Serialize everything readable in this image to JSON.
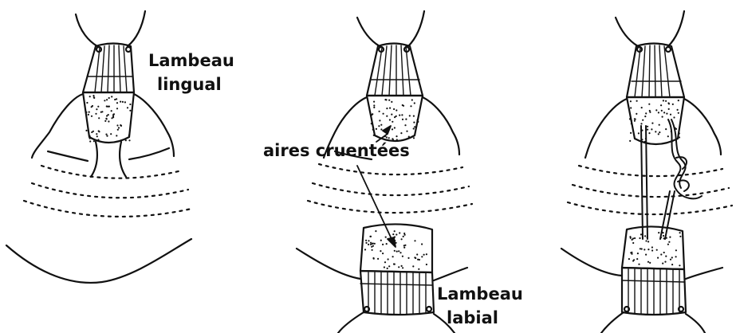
{
  "labels": {
    "lingual_line1": "Lambeau",
    "lingual_line2": "lingual",
    "raw_areas": "aires cruentées",
    "labial_line1": "Lambeau",
    "labial_line2": "labial"
  },
  "colors": {
    "ink": "#111111",
    "background": "#ffffff"
  }
}
